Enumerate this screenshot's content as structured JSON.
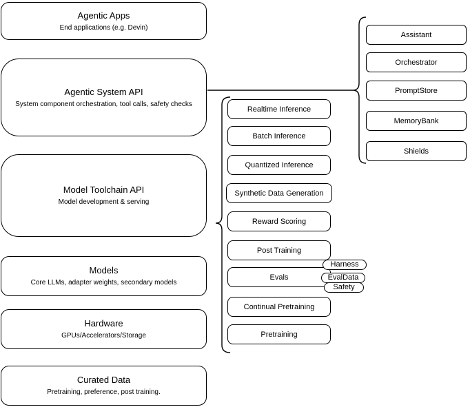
{
  "colors": {
    "background": "#ffffff",
    "stroke": "#000000",
    "text": "#000000"
  },
  "left_stack": {
    "boxes": [
      {
        "title": "Agentic Apps",
        "subtitle": "End applications (e.g. Devin)"
      },
      {
        "title": "Agentic System API",
        "subtitle": "System component orchestration, tool calls, safety checks"
      },
      {
        "title": "Model Toolchain API",
        "subtitle": "Model development & serving"
      },
      {
        "title": "Models",
        "subtitle": "Core LLMs, adapter weights, secondary models"
      },
      {
        "title": "Hardware",
        "subtitle": "GPUs/Accelerators/Storage"
      },
      {
        "title": "Curated Data",
        "subtitle": "Pretraining, preference, post training."
      }
    ]
  },
  "toolchain_group": {
    "boxes": [
      "Realtime Inference",
      "Batch Inference",
      "Quantized Inference",
      "Synthetic Data Generation",
      "Reward Scoring",
      "Post Training",
      "Evals",
      "Continual Pretraining",
      "Pretraining"
    ],
    "eval_tags": [
      "Harness",
      "EvalData",
      "Safety"
    ]
  },
  "system_group": {
    "boxes": [
      "Assistant",
      "Orchestrator",
      "PromptStore",
      "MemoryBank",
      "Shields"
    ]
  }
}
